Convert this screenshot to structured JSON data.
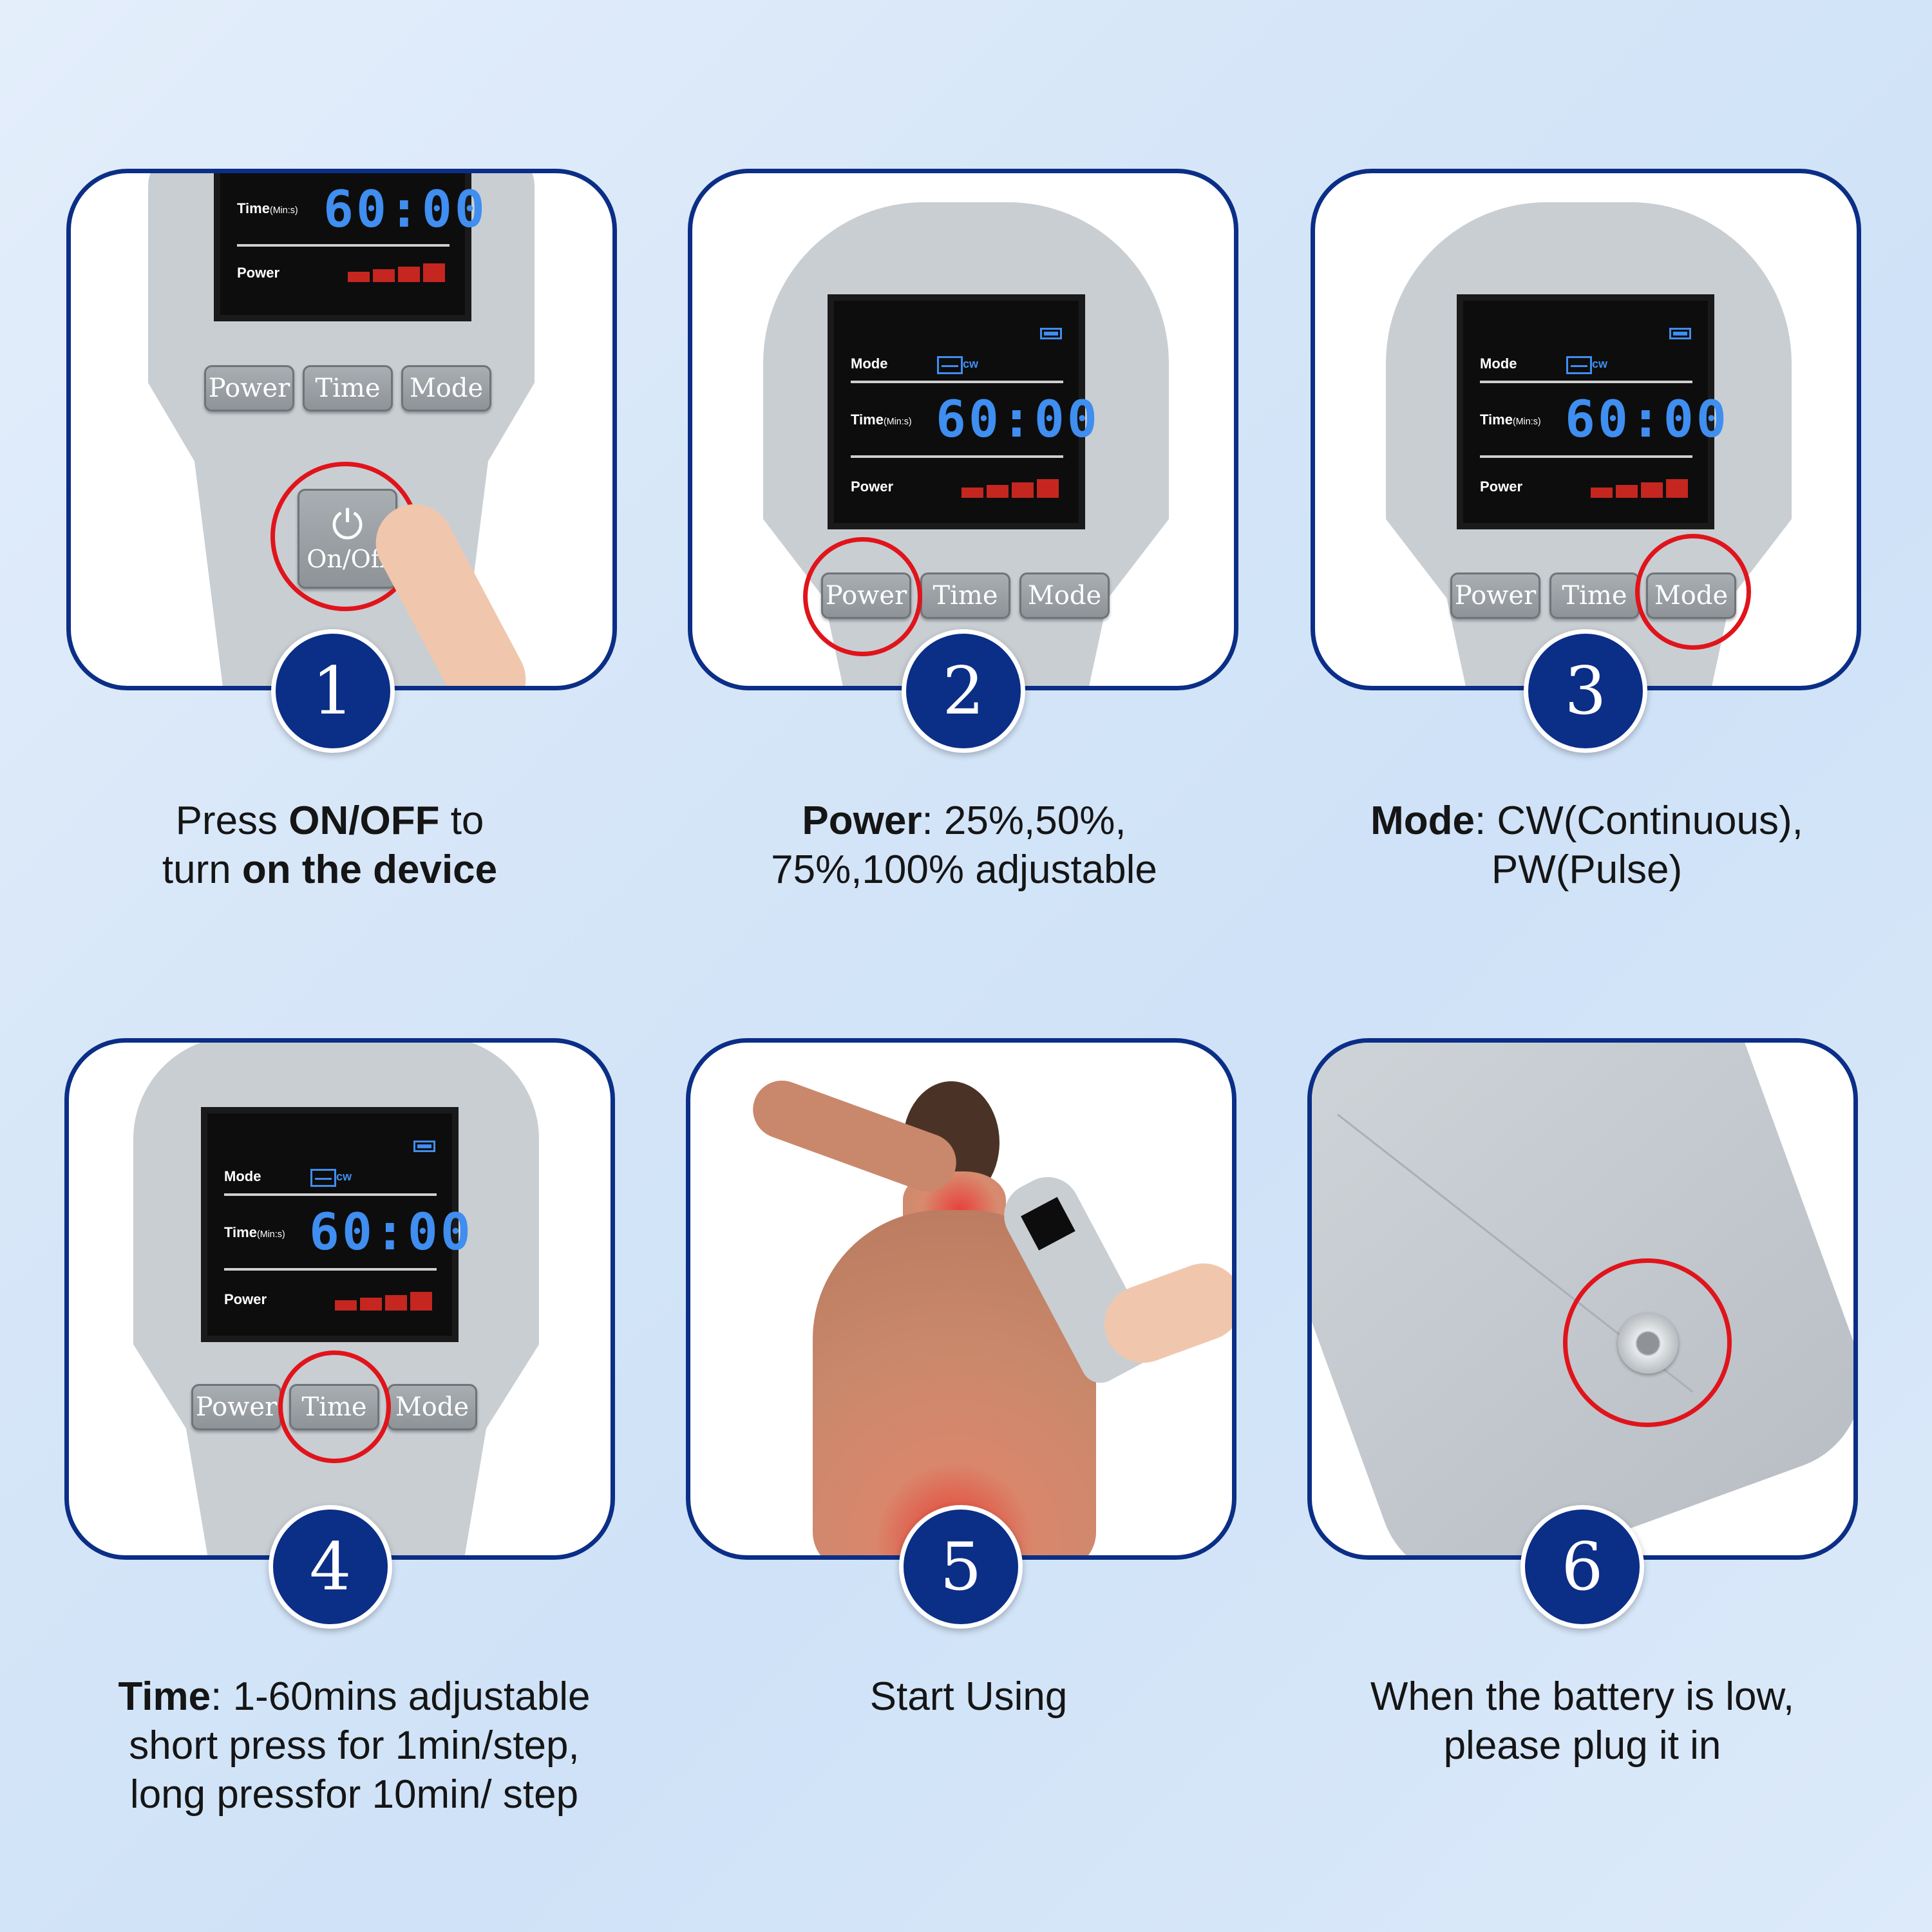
{
  "colors": {
    "navy": "#0b2e86",
    "ring_red": "#e0141b",
    "lcd_blue": "#3f8ef0",
    "power_red": "#c5261f",
    "device_grey": "#c9ced3"
  },
  "device": {
    "mode_label": "Mode",
    "mode_value": "cw",
    "time_label": "Time",
    "time_unit": "(Min:s)",
    "time_value": "60:00",
    "power_label": "Power",
    "btn_power": "Power",
    "btn_time": "Time",
    "btn_mode": "Mode",
    "btn_onoff": "On/Off"
  },
  "steps": [
    {
      "number": "1",
      "caption_parts": [
        "Press ",
        "ON/OFF",
        " to",
        "turn ",
        "on the device"
      ]
    },
    {
      "number": "2",
      "caption_parts": [
        "Power",
        ": 25%,50%,",
        "75%,100% adjustable"
      ]
    },
    {
      "number": "3",
      "caption_parts": [
        "Mode",
        ": CW(Continuous),",
        "PW(Pulse)"
      ]
    },
    {
      "number": "4",
      "caption_parts": [
        "Time",
        ": 1-60mins adjustable",
        "short press for 1min/step,",
        "long pressfor 10min/ step"
      ]
    },
    {
      "number": "5",
      "caption_parts": [
        "Start Using"
      ]
    },
    {
      "number": "6",
      "caption_parts": [
        "When the battery is low,",
        "please plug it in"
      ]
    }
  ]
}
